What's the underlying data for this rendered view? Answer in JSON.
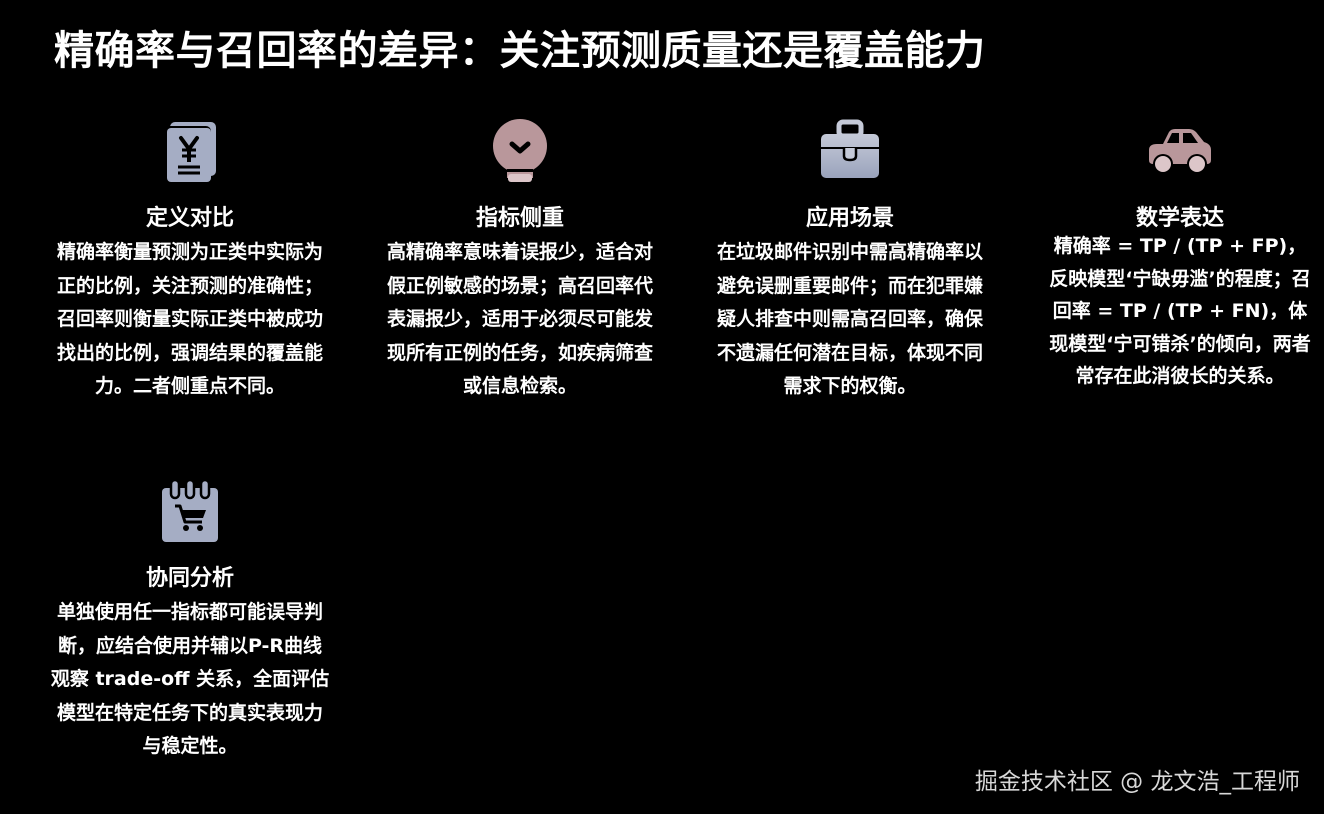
{
  "title": "精确率与召回率的差异：关注预测质量还是覆盖能力",
  "colors": {
    "background": "#000000",
    "text": "#ffffff",
    "icon_blue_gray": "#a5adc4",
    "icon_mauve": "#b9979b",
    "watermark": "#d8d8d8"
  },
  "cards": [
    {
      "icon": "money-document-icon",
      "title": "定义对比",
      "body": "精确率衡量预测为正类中实际为正的比例，关注预测的准确性；召回率则衡量实际正类中被成功找出的比例，强调结果的覆盖能力。二者侧重点不同。"
    },
    {
      "icon": "lightbulb-icon",
      "title": "指标侧重",
      "body": "高精确率意味着误报少，适合对假正例敏感的场景；高召回率代表漏报少，适用于必须尽可能发现所有正例的任务，如疾病筛查或信息检索。"
    },
    {
      "icon": "briefcase-icon",
      "title": "应用场景",
      "body": "在垃圾邮件识别中需高精确率以避免误删重要邮件；而在犯罪嫌疑人排查中则需高召回率，确保不遗漏任何潜在目标，体现不同需求下的权衡。"
    },
    {
      "icon": "car-icon",
      "title": "数学表达",
      "body": "精确率 = TP / (TP + FP)，反映模型‘宁缺毋滥’的程度；召回率 = TP / (TP + FN)，体现模型‘宁可错杀’的倾向，两者常存在此消彼长的关系。"
    },
    {
      "icon": "calendar-cart-icon",
      "title": "协同分析",
      "body": "单独使用任一指标都可能误导判断，应结合使用并辅以P-R曲线观察 trade-off 关系，全面评估模型在特定任务下的真实表现力与稳定性。"
    }
  ],
  "watermark": "掘金技术社区 @ 龙文浩_工程师"
}
